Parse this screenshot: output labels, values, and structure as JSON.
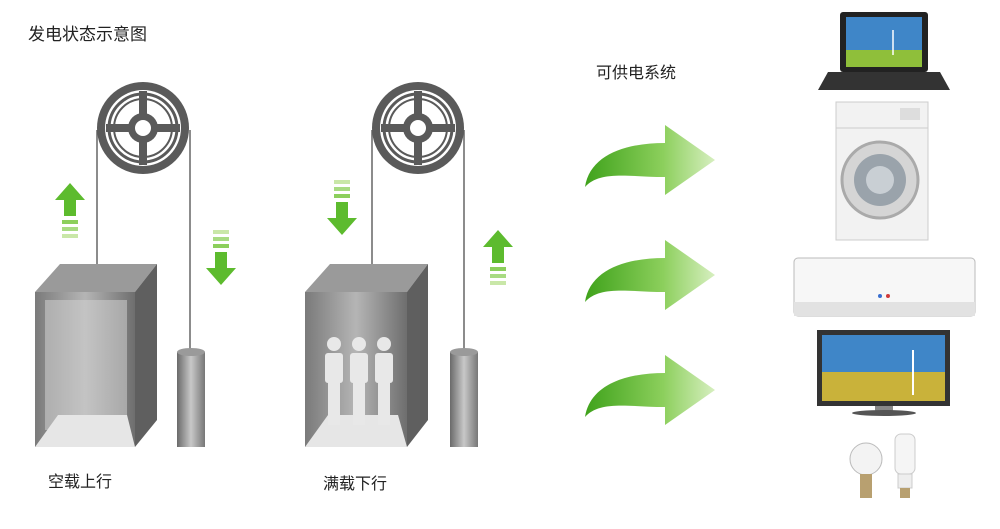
{
  "title": "发电状态示意图",
  "supply_label": "可供电系统",
  "scenarios": [
    {
      "label": "空载上行"
    },
    {
      "label": "满载下行"
    }
  ],
  "appliances": [
    "laptop",
    "washing-machine",
    "air-conditioner",
    "television",
    "light-bulbs"
  ],
  "colors": {
    "arrow_green": "#5dbb2e",
    "arrow_light": "#c9e7a8",
    "pulley": "#595959",
    "box": "#8a8a8a"
  }
}
